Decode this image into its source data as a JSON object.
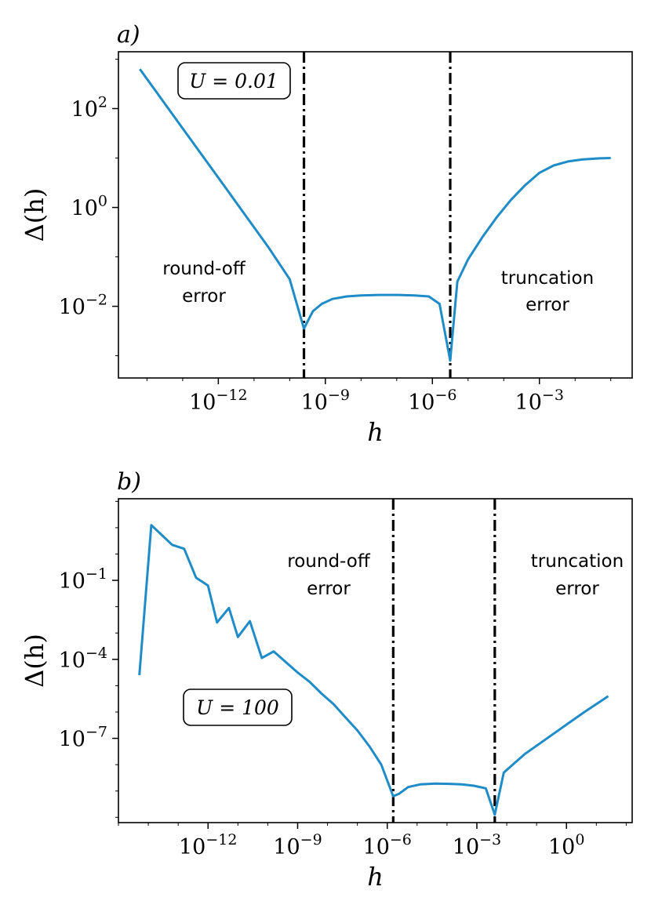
{
  "chart_data": [
    {
      "type": "line",
      "panel_label": "a)",
      "xlabel": "h",
      "ylabel": "Δ(h)",
      "xscale": "log",
      "yscale": "log",
      "xlim_log10": [
        -14.8,
        -0.4
      ],
      "ylim_log10": [
        -3.45,
        3.15
      ],
      "xticks": [
        {
          "exp": -12,
          "label": "10",
          "sup": "−12"
        },
        {
          "exp": -9,
          "label": "10",
          "sup": "−9"
        },
        {
          "exp": -6,
          "label": "10",
          "sup": "−6"
        },
        {
          "exp": -3,
          "label": "10",
          "sup": "−3"
        }
      ],
      "yticks": [
        {
          "exp": 2,
          "label": "10",
          "sup": "2"
        },
        {
          "exp": 0,
          "label": "10",
          "sup": "0"
        },
        {
          "exp": -2,
          "label": "10",
          "sup": "−2"
        }
      ],
      "annotation_box": "U = 0.01",
      "region_labels": {
        "left": [
          "round-off",
          "error"
        ],
        "right": [
          "truncation",
          "error"
        ]
      },
      "vlines_log10": [
        -9.6,
        -5.5
      ],
      "color": "#1f8cc8",
      "series": [
        {
          "x_log10": [
            -14.2,
            -13.6,
            -13,
            -12.4,
            -11.8,
            -11.2,
            -10.6,
            -10.0,
            -9.6,
            -9.35,
            -9.1,
            -8.8,
            -8.4,
            -8.0,
            -7.5,
            -7.0,
            -6.5,
            -6.1,
            -5.8,
            -5.5,
            -5.3,
            -5.0,
            -4.6,
            -4.2,
            -3.8,
            -3.4,
            -3.0,
            -2.6,
            -2.2,
            -1.8,
            -1.4,
            -1.0
          ],
          "y_log10": [
            2.8,
            2.2,
            1.6,
            1.0,
            0.4,
            -0.2,
            -0.8,
            -1.45,
            -2.45,
            -2.1,
            -1.95,
            -1.85,
            -1.8,
            -1.78,
            -1.77,
            -1.77,
            -1.78,
            -1.8,
            -1.95,
            -3.1,
            -1.5,
            -1.05,
            -0.6,
            -0.2,
            0.15,
            0.45,
            0.7,
            0.85,
            0.93,
            0.97,
            0.99,
            1.0
          ]
        }
      ]
    },
    {
      "type": "line",
      "panel_label": "b)",
      "xlabel": "h",
      "ylabel": "Δ(h)",
      "xscale": "log",
      "yscale": "log",
      "xlim_log10": [
        -15.0,
        2.2
      ],
      "ylim_log10": [
        -10.2,
        2.1
      ],
      "xticks": [
        {
          "exp": -12,
          "label": "10",
          "sup": "−12"
        },
        {
          "exp": -9,
          "label": "10",
          "sup": "−9"
        },
        {
          "exp": -6,
          "label": "10",
          "sup": "−6"
        },
        {
          "exp": -3,
          "label": "10",
          "sup": "−3"
        },
        {
          "exp": 0,
          "label": "10",
          "sup": "0"
        }
      ],
      "yticks": [
        {
          "exp": -1,
          "label": "10",
          "sup": "−1"
        },
        {
          "exp": -4,
          "label": "10",
          "sup": "−4"
        },
        {
          "exp": -7,
          "label": "10",
          "sup": "−7"
        }
      ],
      "annotation_box": "U = 100",
      "region_labels": {
        "left": [
          "round-off",
          "error"
        ],
        "right": [
          "truncation",
          "error"
        ]
      },
      "vlines_log10": [
        -5.8,
        -2.4
      ],
      "color": "#1f8cc8",
      "series": [
        {
          "x_log10": [
            -14.3,
            -13.9,
            -13.2,
            -12.8,
            -12.4,
            -12.0,
            -11.7,
            -11.3,
            -11.0,
            -10.6,
            -10.2,
            -9.8,
            -9.4,
            -9.0,
            -8.6,
            -8.2,
            -7.8,
            -7.4,
            -7.0,
            -6.6,
            -6.2,
            -5.8,
            -5.6,
            -5.3,
            -4.9,
            -4.4,
            -3.9,
            -3.5,
            -3.1,
            -2.7,
            -2.4,
            -2.1,
            -1.8,
            -1.4,
            -0.9,
            -0.4,
            0.1,
            0.6,
            1.0,
            1.4
          ],
          "y_log10": [
            -4.6,
            1.1,
            0.35,
            0.2,
            -0.9,
            -1.2,
            -2.6,
            -2.05,
            -3.15,
            -2.55,
            -3.95,
            -3.7,
            -4.1,
            -4.5,
            -4.85,
            -5.3,
            -5.7,
            -6.2,
            -6.7,
            -7.3,
            -8.0,
            -9.2,
            -9.1,
            -8.85,
            -8.75,
            -8.72,
            -8.73,
            -8.75,
            -8.8,
            -8.9,
            -9.9,
            -8.3,
            -8.0,
            -7.6,
            -7.2,
            -6.8,
            -6.4,
            -6.0,
            -5.7,
            -5.4
          ]
        }
      ]
    }
  ]
}
